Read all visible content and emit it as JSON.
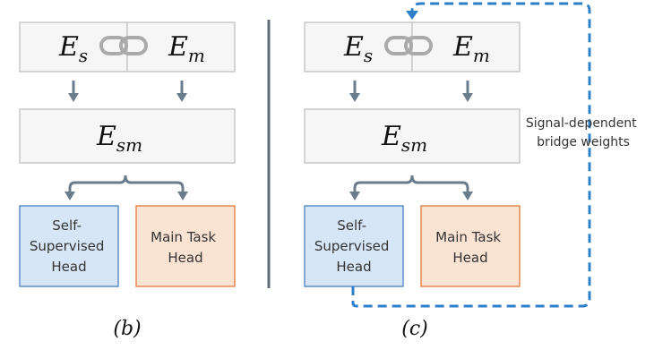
{
  "panels": [
    {
      "encoder_s": {
        "base": "E",
        "sub": "s"
      },
      "encoder_m": {
        "base": "E",
        "sub": "m"
      },
      "encoder_sm": {
        "base": "E",
        "sub": "sm"
      },
      "ssl_head": [
        "Self-",
        "Supervised",
        "Head"
      ],
      "main_head": [
        "Main Task",
        "Head"
      ],
      "caption": "(b)"
    },
    {
      "encoder_s": {
        "base": "E",
        "sub": "s"
      },
      "encoder_m": {
        "base": "E",
        "sub": "m"
      },
      "encoder_sm": {
        "base": "E",
        "sub": "sm"
      },
      "ssl_head": [
        "Self-",
        "Supervised",
        "Head"
      ],
      "main_head": [
        "Main Task",
        "Head"
      ],
      "caption": "(c)"
    }
  ],
  "feedback_note": [
    "Signal-dependent",
    "bridge weights"
  ],
  "colors": {
    "ssl_fill": "#d6e6f6",
    "ssl_stroke": "#5b8fc7",
    "main_fill": "#fae3d2",
    "main_stroke": "#e28a4f",
    "arrow": "#6b7c8c",
    "feedback": "#2f80c8",
    "link": "#aaaaaa"
  },
  "icons": {
    "link": "chain-link-icon",
    "feedback": "dashed-feedback-arrow"
  }
}
